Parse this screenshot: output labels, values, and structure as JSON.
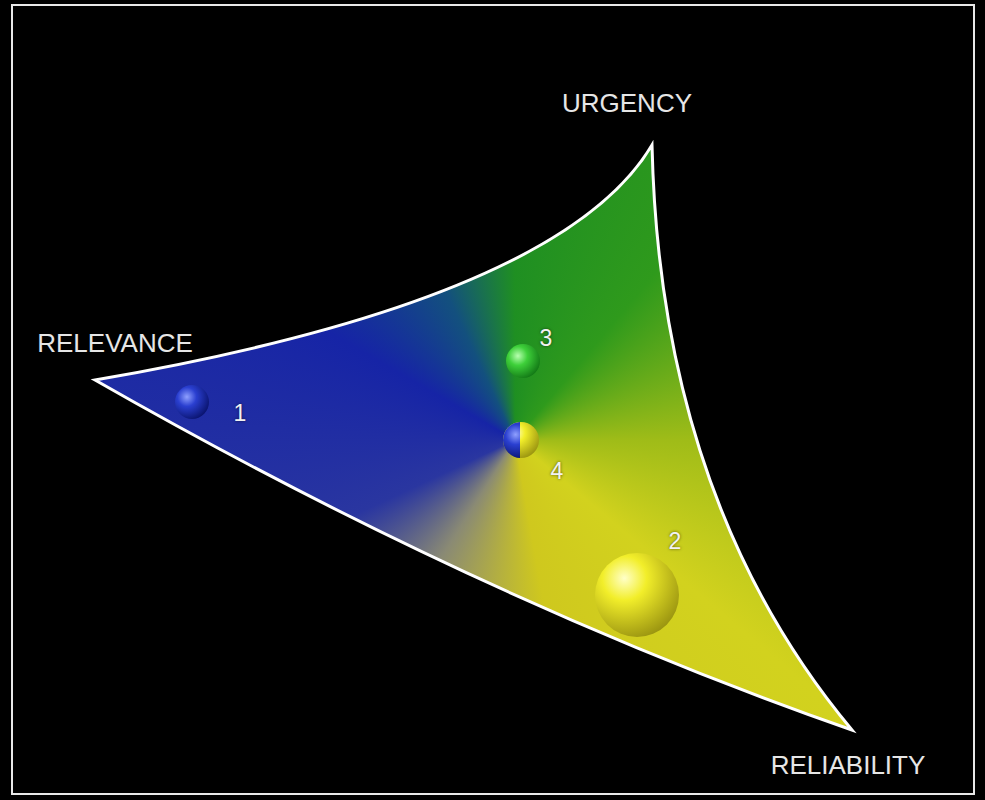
{
  "diagram": {
    "labels": [
      "URGENCY",
      "RELEVANCE",
      "RELIABILITY",
      "1",
      "2",
      "3",
      "4"
    ]
  }
}
